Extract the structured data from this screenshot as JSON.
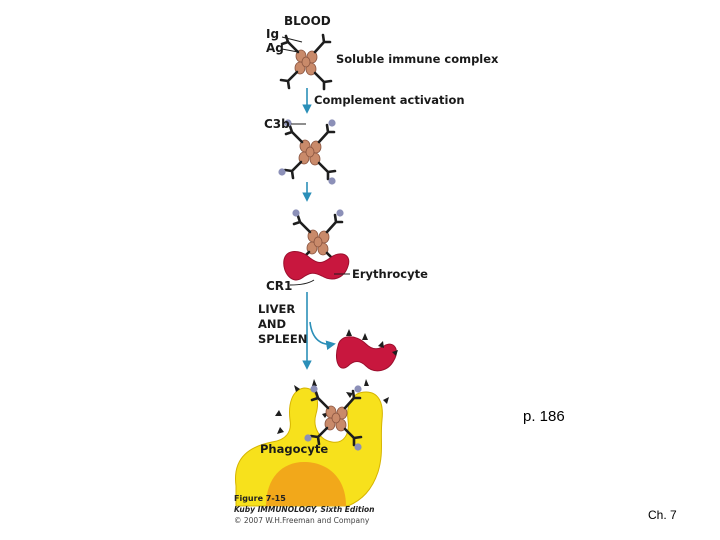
{
  "diagram": {
    "labels": {
      "blood": "BLOOD",
      "ig": "Ig",
      "ag": "Ag",
      "soluble_complex": "Soluble immune complex",
      "complement_activation": "Complement activation",
      "c3b": "C3b",
      "erythrocyte": "Erythrocyte",
      "cr1": "CR1",
      "liver": "LIVER",
      "and": "AND",
      "spleen": "SPLEEN",
      "phagocyte": "Phagocyte"
    },
    "caption": {
      "figure": "Figure 7-15",
      "book": "Kuby IMMUNOLOGY, Sixth Edition",
      "copyright": "© 2007 W.H.Freeman and Company"
    },
    "colors": {
      "arrow": "#2b8fb8",
      "antigen": "#c98a6a",
      "antibody": "#1e1e1e",
      "c3b": "#8c90b8",
      "erythrocyte": "#c8173e",
      "phagocyte": "#f7e11c",
      "nucleus": "#f2a81a"
    }
  },
  "page_ref": "p. 186",
  "chapter": "Ch. 7"
}
